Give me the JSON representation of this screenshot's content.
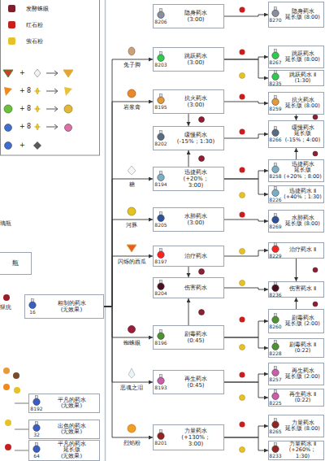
{
  "diagram": {
    "nodes": [
      {
        "text": [
          "16",
          "粗制的药水 (无效果)"
        ]
      },
      {
        "text": [
          "8206",
          "隐身药水 (3:00)"
        ]
      },
      {
        "text": [
          "8203",
          "跳跃药水 (3:00)"
        ]
      },
      {
        "text": [
          "8195",
          "抗火药水 (3:00)"
        ]
      },
      {
        "text": [
          "8202",
          "缓慢药水 (-15%；1:30)"
        ]
      },
      {
        "text": [
          "8194",
          "迅捷药水 (+20%；3:00)"
        ]
      },
      {
        "text": [
          "8205",
          "水肺药水 (3:00)"
        ]
      },
      {
        "text": [
          "8197",
          "治疗药水"
        ]
      },
      {
        "text": [
          "8204",
          "伤害药水"
        ]
      },
      {
        "text": [
          "8196",
          "剧毒药水 (0:45)"
        ]
      },
      {
        "text": [
          "8193",
          "再生药水 (0:45)"
        ]
      },
      {
        "text": [
          "8201",
          "力量药水 (+130%；3:00)"
        ]
      },
      {
        "text": [
          "8270",
          "隐身药水 延长版 (8:00)"
        ]
      },
      {
        "text": [
          "8267",
          "跳跃药水 延长版 (8:00)"
        ]
      },
      {
        "text": [
          "8235",
          "跳跃药水 Ⅱ (1:30)"
        ]
      },
      {
        "text": [
          "8259",
          "抗火药水 延长版 (8:00)"
        ]
      },
      {
        "text": [
          "8266",
          "缓慢药水 延长版 (-15%；4:00)"
        ]
      },
      {
        "text": [
          "8258",
          "迅捷药水 延长版 (+20%；8:00)"
        ]
      },
      {
        "text": [
          "8226",
          "迅捷药水 Ⅱ (+40%；1:30)"
        ]
      },
      {
        "text": [
          "8269",
          "水肺药水 延长版 (8:00)"
        ]
      },
      {
        "text": [
          "8229",
          "治疗药水 Ⅱ"
        ]
      },
      {
        "text": [
          "8236",
          "伤害药水 Ⅱ"
        ]
      },
      {
        "text": [
          "8260",
          "剧毒药水 延长版 (2:00)"
        ]
      },
      {
        "text": [
          "8228",
          "剧毒药水 Ⅱ (0:22)"
        ]
      },
      {
        "text": [
          "8257",
          "再生药水 延长版 (2:00)"
        ]
      },
      {
        "text": [
          "8225",
          "再生药水 Ⅱ (0:22)"
        ]
      },
      {
        "text": [
          "8265",
          "力量药水 延长版 (8:00)"
        ]
      },
      {
        "text": [
          "8233",
          "力量药水 Ⅱ (+260%；1:30)"
        ]
      },
      {
        "text": [
          "8192",
          "平凡的药水 (无效果)"
        ]
      },
      {
        "text": [
          "32",
          "出色的药水 (无效果)"
        ]
      },
      {
        "text": [
          "64",
          "平凡的药水 延长版 (无效果)"
        ]
      },
      {
        "text": [
          "瓶"
        ]
      }
    ],
    "edges": [
      {
        "from": 0,
        "to": 2,
        "arrow": "to"
      },
      {
        "from": 0,
        "to": 3,
        "arrow": "to"
      },
      {
        "from": 0,
        "to": 5,
        "arrow": "to"
      },
      {
        "from": 0,
        "to": 6,
        "arrow": "to"
      },
      {
        "from": 0,
        "to": 7,
        "arrow": "to"
      },
      {
        "from": 0,
        "to": 9,
        "arrow": "to"
      },
      {
        "from": 0,
        "to": 10,
        "arrow": "to"
      },
      {
        "from": 0,
        "to": 11,
        "arrow": "to"
      },
      {
        "from": 1,
        "to": 12,
        "arrow": "to"
      },
      {
        "from": 2,
        "to": 13,
        "arrow": "to"
      },
      {
        "from": 2,
        "to": 14,
        "arrow": "to"
      },
      {
        "from": 3,
        "to": 15,
        "arrow": "to"
      },
      {
        "from": 4,
        "to": 16,
        "arrow": "to"
      },
      {
        "from": 5,
        "to": 17,
        "arrow": "to"
      },
      {
        "from": 5,
        "to": 18,
        "arrow": "to"
      },
      {
        "from": 6,
        "to": 19,
        "arrow": "to"
      },
      {
        "from": 7,
        "to": 20,
        "arrow": "to"
      },
      {
        "from": 8,
        "to": 21,
        "arrow": "to"
      },
      {
        "from": 9,
        "to": 22,
        "arrow": "to"
      },
      {
        "from": 9,
        "to": 23,
        "arrow": "to"
      },
      {
        "from": 10,
        "to": 24,
        "arrow": "to"
      },
      {
        "from": 10,
        "to": 25,
        "arrow": "to"
      },
      {
        "from": 11,
        "to": 26,
        "arrow": "to"
      },
      {
        "from": 11,
        "to": 27,
        "arrow": "to"
      },
      {
        "from": 3,
        "to": 4,
        "arrow": "to"
      },
      {
        "from": 5,
        "to": 4,
        "arrow": "to"
      },
      {
        "from": 7,
        "to": 8,
        "arrow": "to"
      },
      {
        "from": 9,
        "to": 8,
        "arrow": "to"
      },
      {
        "from": 15,
        "to": 16,
        "arrow": "to"
      },
      {
        "from": 17,
        "to": 16,
        "arrow": "to"
      },
      {
        "from": 20,
        "to": 21,
        "arrow": "to"
      },
      {
        "from": 22,
        "to": 21,
        "arrow": "to"
      }
    ],
    "labels": [
      "+",
      "+",
      "8",
      "+",
      "8",
      "+",
      "8",
      "+",
      "璃瓶",
      "狱疣",
      "兔子脚",
      "岩浆膏",
      "糖",
      "河豚",
      "闪烁的西瓜",
      "蜘蛛眼",
      "恶魂之泪",
      "烈焰粉"
    ],
    "legend": [
      {
        "text": "发酵蛛眼",
        "color": "#7a1f2b"
      },
      {
        "text": "红石粉",
        "color": "#c81e1e"
      },
      {
        "text": "萤石粉",
        "color": "#e6c229"
      }
    ]
  }
}
